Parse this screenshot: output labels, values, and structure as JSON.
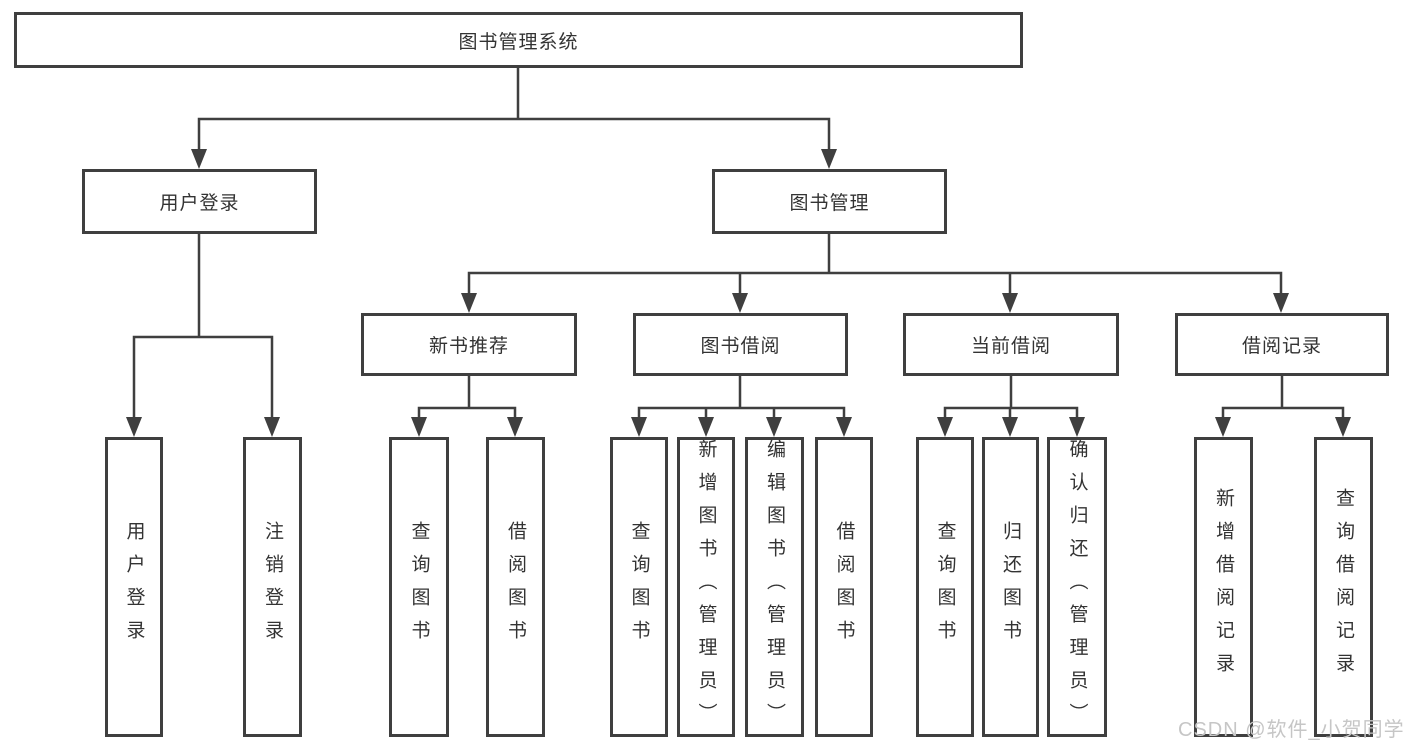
{
  "diagram": {
    "root": {
      "label": "图书管理系统"
    },
    "branches": [
      {
        "label": "用户登录",
        "children": [
          {
            "label": "用户登录"
          },
          {
            "label": "注销登录"
          }
        ]
      },
      {
        "label": "图书管理",
        "children": [
          {
            "label": "新书推荐",
            "children": [
              {
                "label": "查询图书"
              },
              {
                "label": "借阅图书"
              }
            ]
          },
          {
            "label": "图书借阅",
            "children": [
              {
                "label": "查询图书"
              },
              {
                "label": "新增图书（管理员）"
              },
              {
                "label": "编辑图书（管理员）"
              },
              {
                "label": "借阅图书"
              }
            ]
          },
          {
            "label": "当前借阅",
            "children": [
              {
                "label": "查询图书"
              },
              {
                "label": "归还图书"
              },
              {
                "label": "确认归还（管理员）"
              }
            ]
          },
          {
            "label": "借阅记录",
            "children": [
              {
                "label": "新增借阅记录"
              },
              {
                "label": "查询借阅记录"
              }
            ]
          }
        ]
      }
    ]
  },
  "watermark": {
    "text": "CSDN @软件_小贺同学"
  },
  "colors": {
    "line": "#3f3f3f",
    "text": "#333333",
    "background": "#ffffff",
    "watermark": "#c6c6c6"
  }
}
